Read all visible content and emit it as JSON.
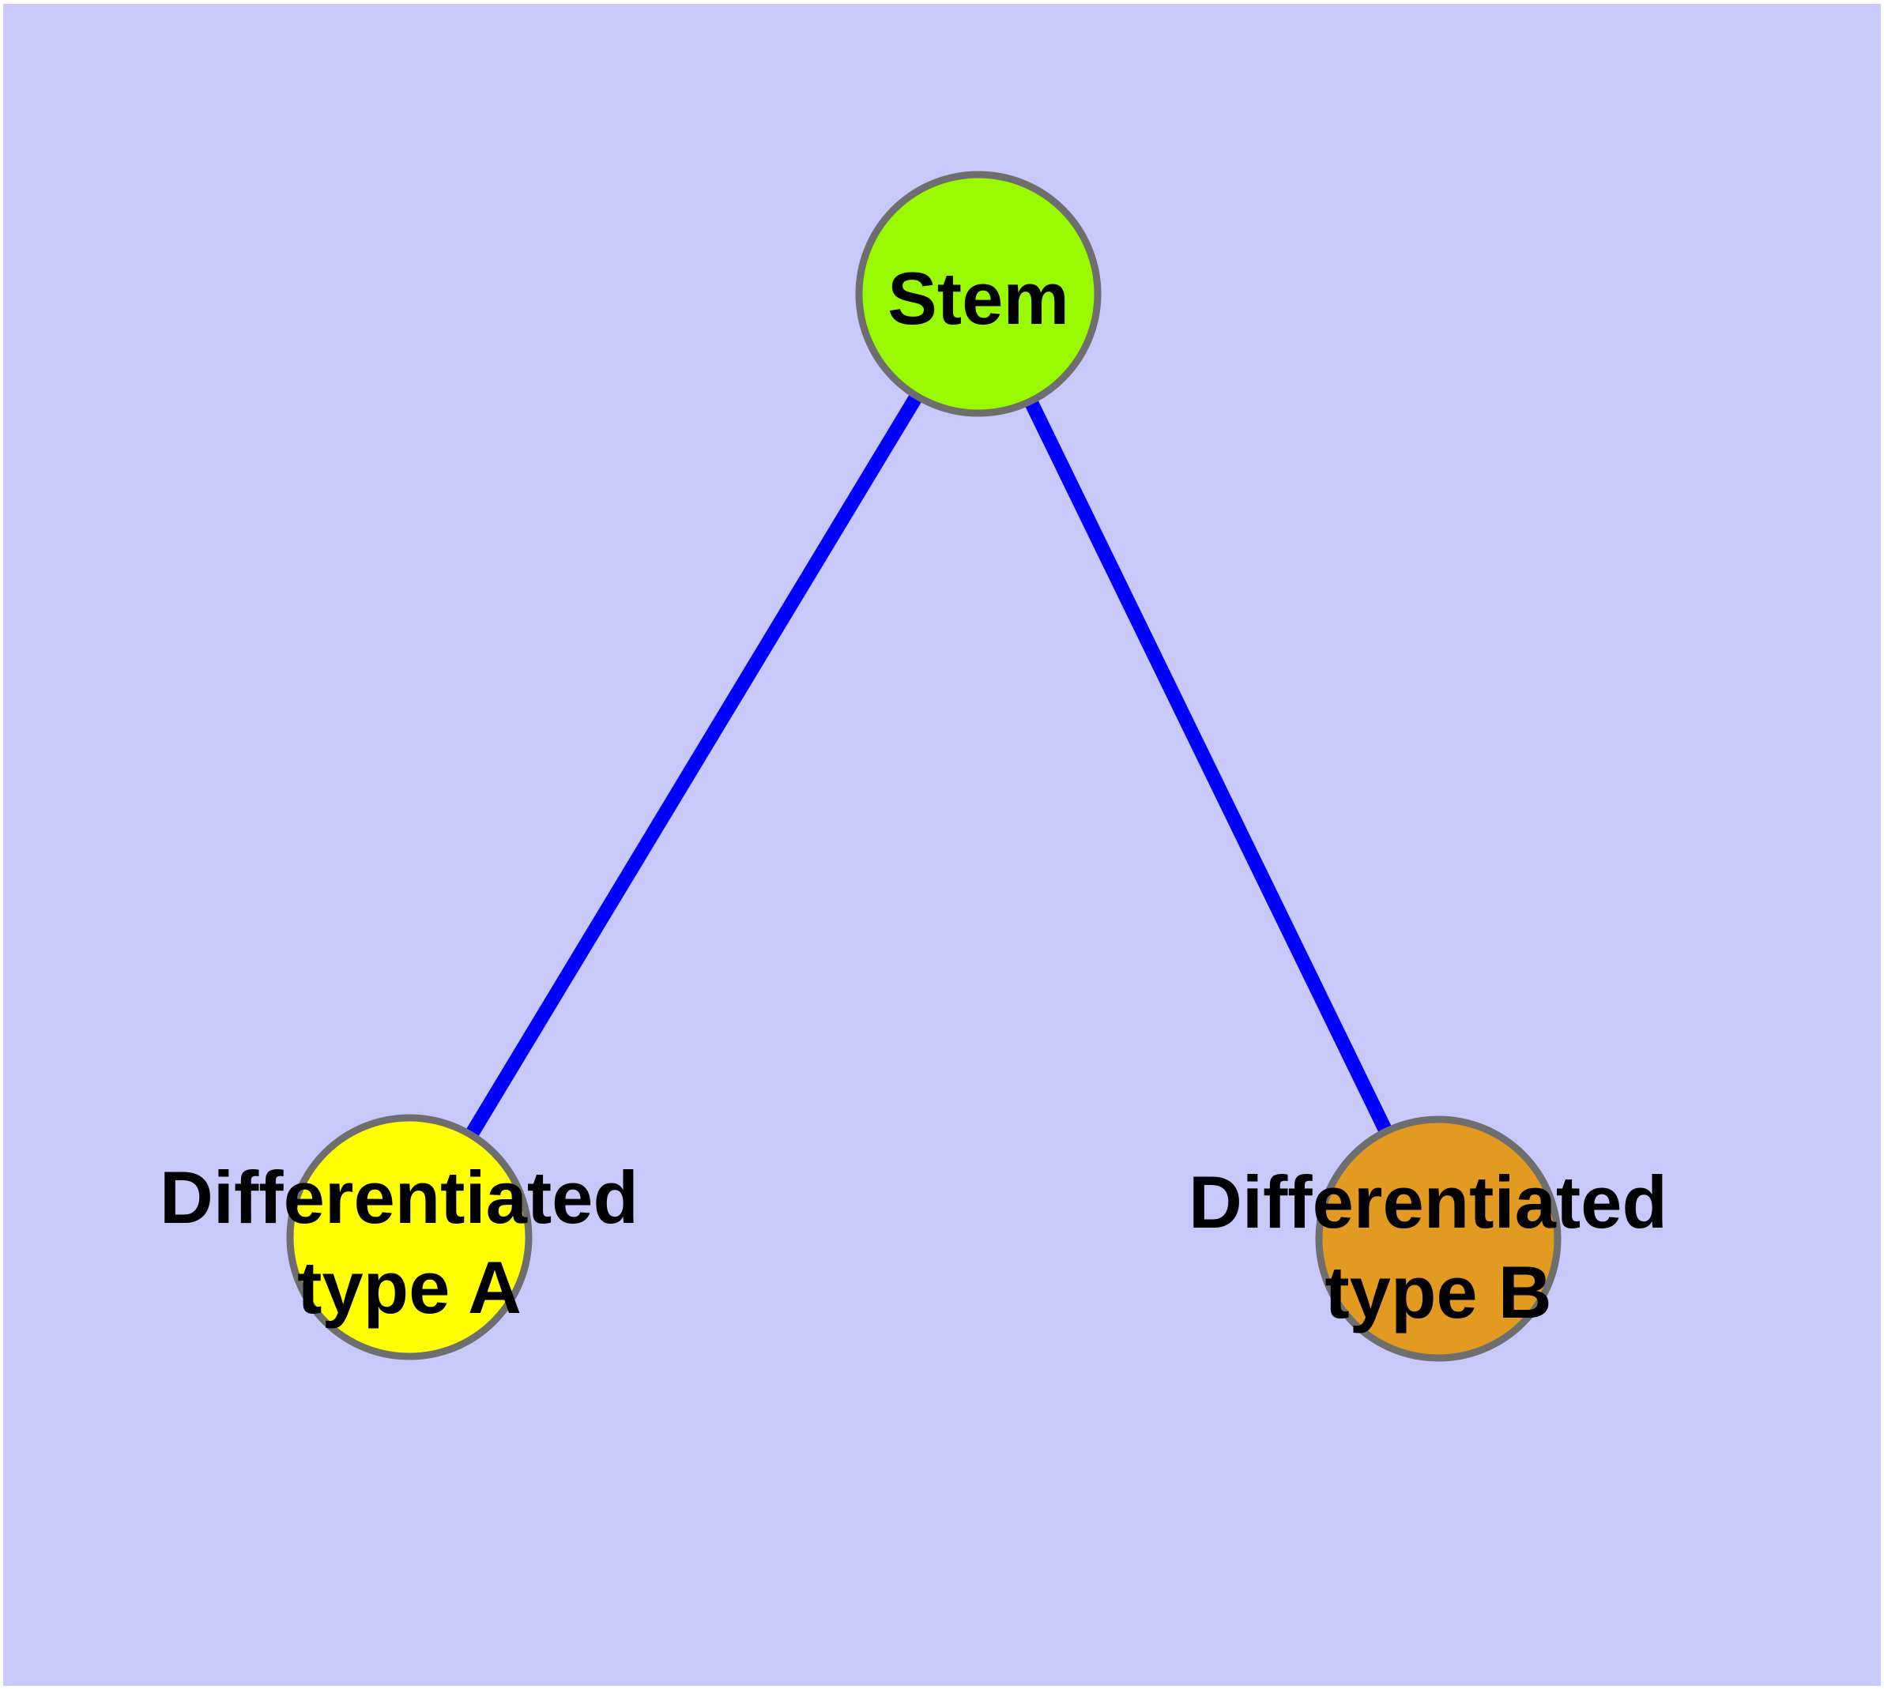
{
  "diagram": {
    "type": "node-link-graph",
    "description": "Stem cell differentiation graph: one stem node connected to two differentiated cell type nodes",
    "nodes": [
      {
        "id": "stem",
        "label": "Stem",
        "label_lines": [
          "Stem"
        ],
        "color": "#99F900"
      },
      {
        "id": "differentiated-type-a",
        "label": "Differentiated type A",
        "label_lines": [
          "Differentiated",
          "type A"
        ],
        "color": "#FFFF00"
      },
      {
        "id": "differentiated-type-b",
        "label": "Differentiated type B",
        "label_lines": [
          "Differentiated",
          "type B"
        ],
        "color": "#E29A20"
      }
    ],
    "edges": [
      {
        "from": "stem",
        "to": "differentiated-type-a"
      },
      {
        "from": "stem",
        "to": "differentiated-type-b"
      }
    ],
    "colors": {
      "background": "#C8C8FA",
      "page": "#FFFFFF",
      "edge": "#0000FF",
      "node_border": "#6E6E6E",
      "label": "#000000"
    }
  }
}
